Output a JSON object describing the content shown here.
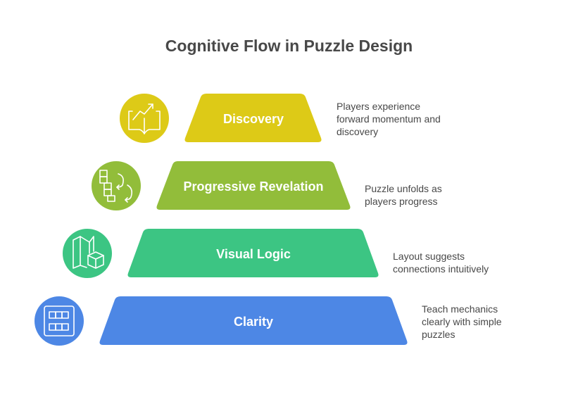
{
  "title": "Cognitive Flow in Puzzle Design",
  "levels": [
    {
      "label": "Discovery",
      "description": "Players experience\nforward momentum and\ndiscovery",
      "color": "#DDCA17",
      "icon": "book-growth-icon"
    },
    {
      "label": "Progressive Revelation",
      "description": "Puzzle unfolds as\nplayers progress",
      "color": "#92BD3A",
      "icon": "blocks-flow-icon"
    },
    {
      "label": "Visual Logic",
      "description": "Layout suggests\nconnections intuitively",
      "color": "#3CC583",
      "icon": "map-cube-icon"
    },
    {
      "label": "Clarity",
      "description": "Teach mechanics\nclearly with simple\npuzzles",
      "color": "#4D87E5",
      "icon": "grid-panel-icon"
    }
  ]
}
